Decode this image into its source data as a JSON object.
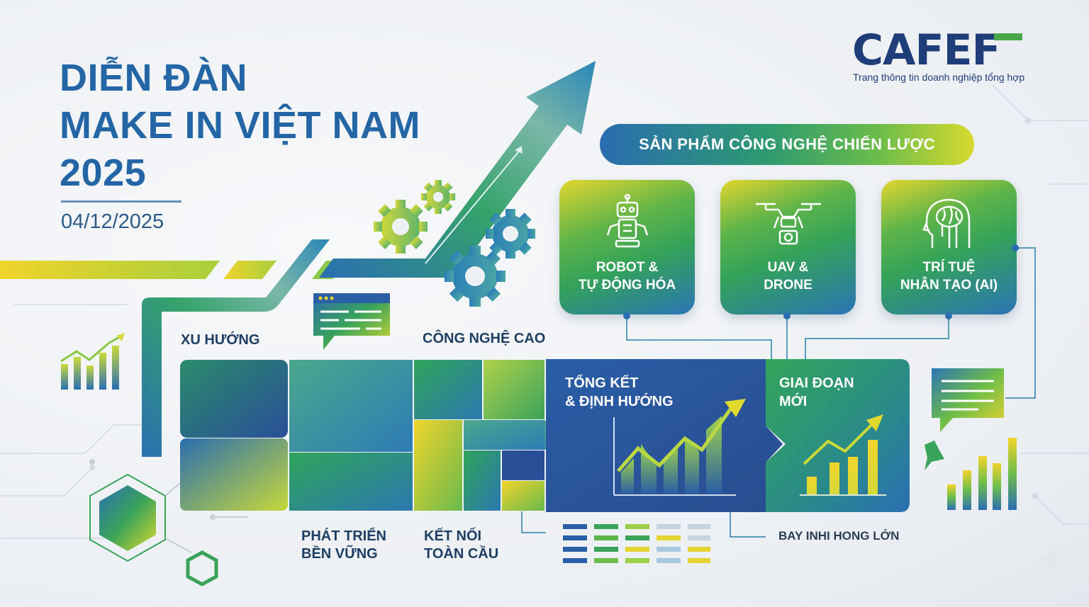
{
  "header": {
    "title_lines": [
      "DIỄN ĐÀN",
      "MAKE IN VIỆT NAM",
      "2025"
    ],
    "date": "04/12/2025"
  },
  "logo": {
    "brand": "CAFEF",
    "tagline": "Trang thông tin doanh nghiệp tổng hợp"
  },
  "strategic": {
    "title": "SẢN PHẨM CÔNG NGHỆ CHIẾN LƯỢC",
    "cards": [
      {
        "line1": "ROBOT &",
        "line2": "TỰ ĐỘNG HÓA",
        "icon": "robot-icon"
      },
      {
        "line1": "UAV &",
        "line2": "DRONE",
        "icon": "drone-icon"
      },
      {
        "line1": "TRÍ TUỆ",
        "line2": "NHÂN TẠO (AI)",
        "icon": "ai-brain-icon"
      }
    ]
  },
  "labels": {
    "xu_huong": "XU HƯỚNG",
    "cong_nghe_cao": "CÔNG NGHỆ CAO",
    "phat_trien_1": "PHÁT TRIỂN",
    "phat_trien_2": "BỀN VỮNG",
    "ket_noi_1": "KẾT NỐI",
    "ket_noi_2": "TOÀN CẦU",
    "tong_ket_1": "TỔNG KẾT",
    "tong_ket_2": "& ĐỊNH HƯỚNG",
    "giai_doan_1": "GIAI ĐOẠN",
    "giai_doan_2": "MỚI",
    "footer_text": "BAY INHI HONG LỚN"
  },
  "colors": {
    "title_blue": "#2466a5",
    "brand_navy": "#1f3d78",
    "accent_green": "#3aa35a",
    "accent_yellow": "#d8d92e"
  }
}
